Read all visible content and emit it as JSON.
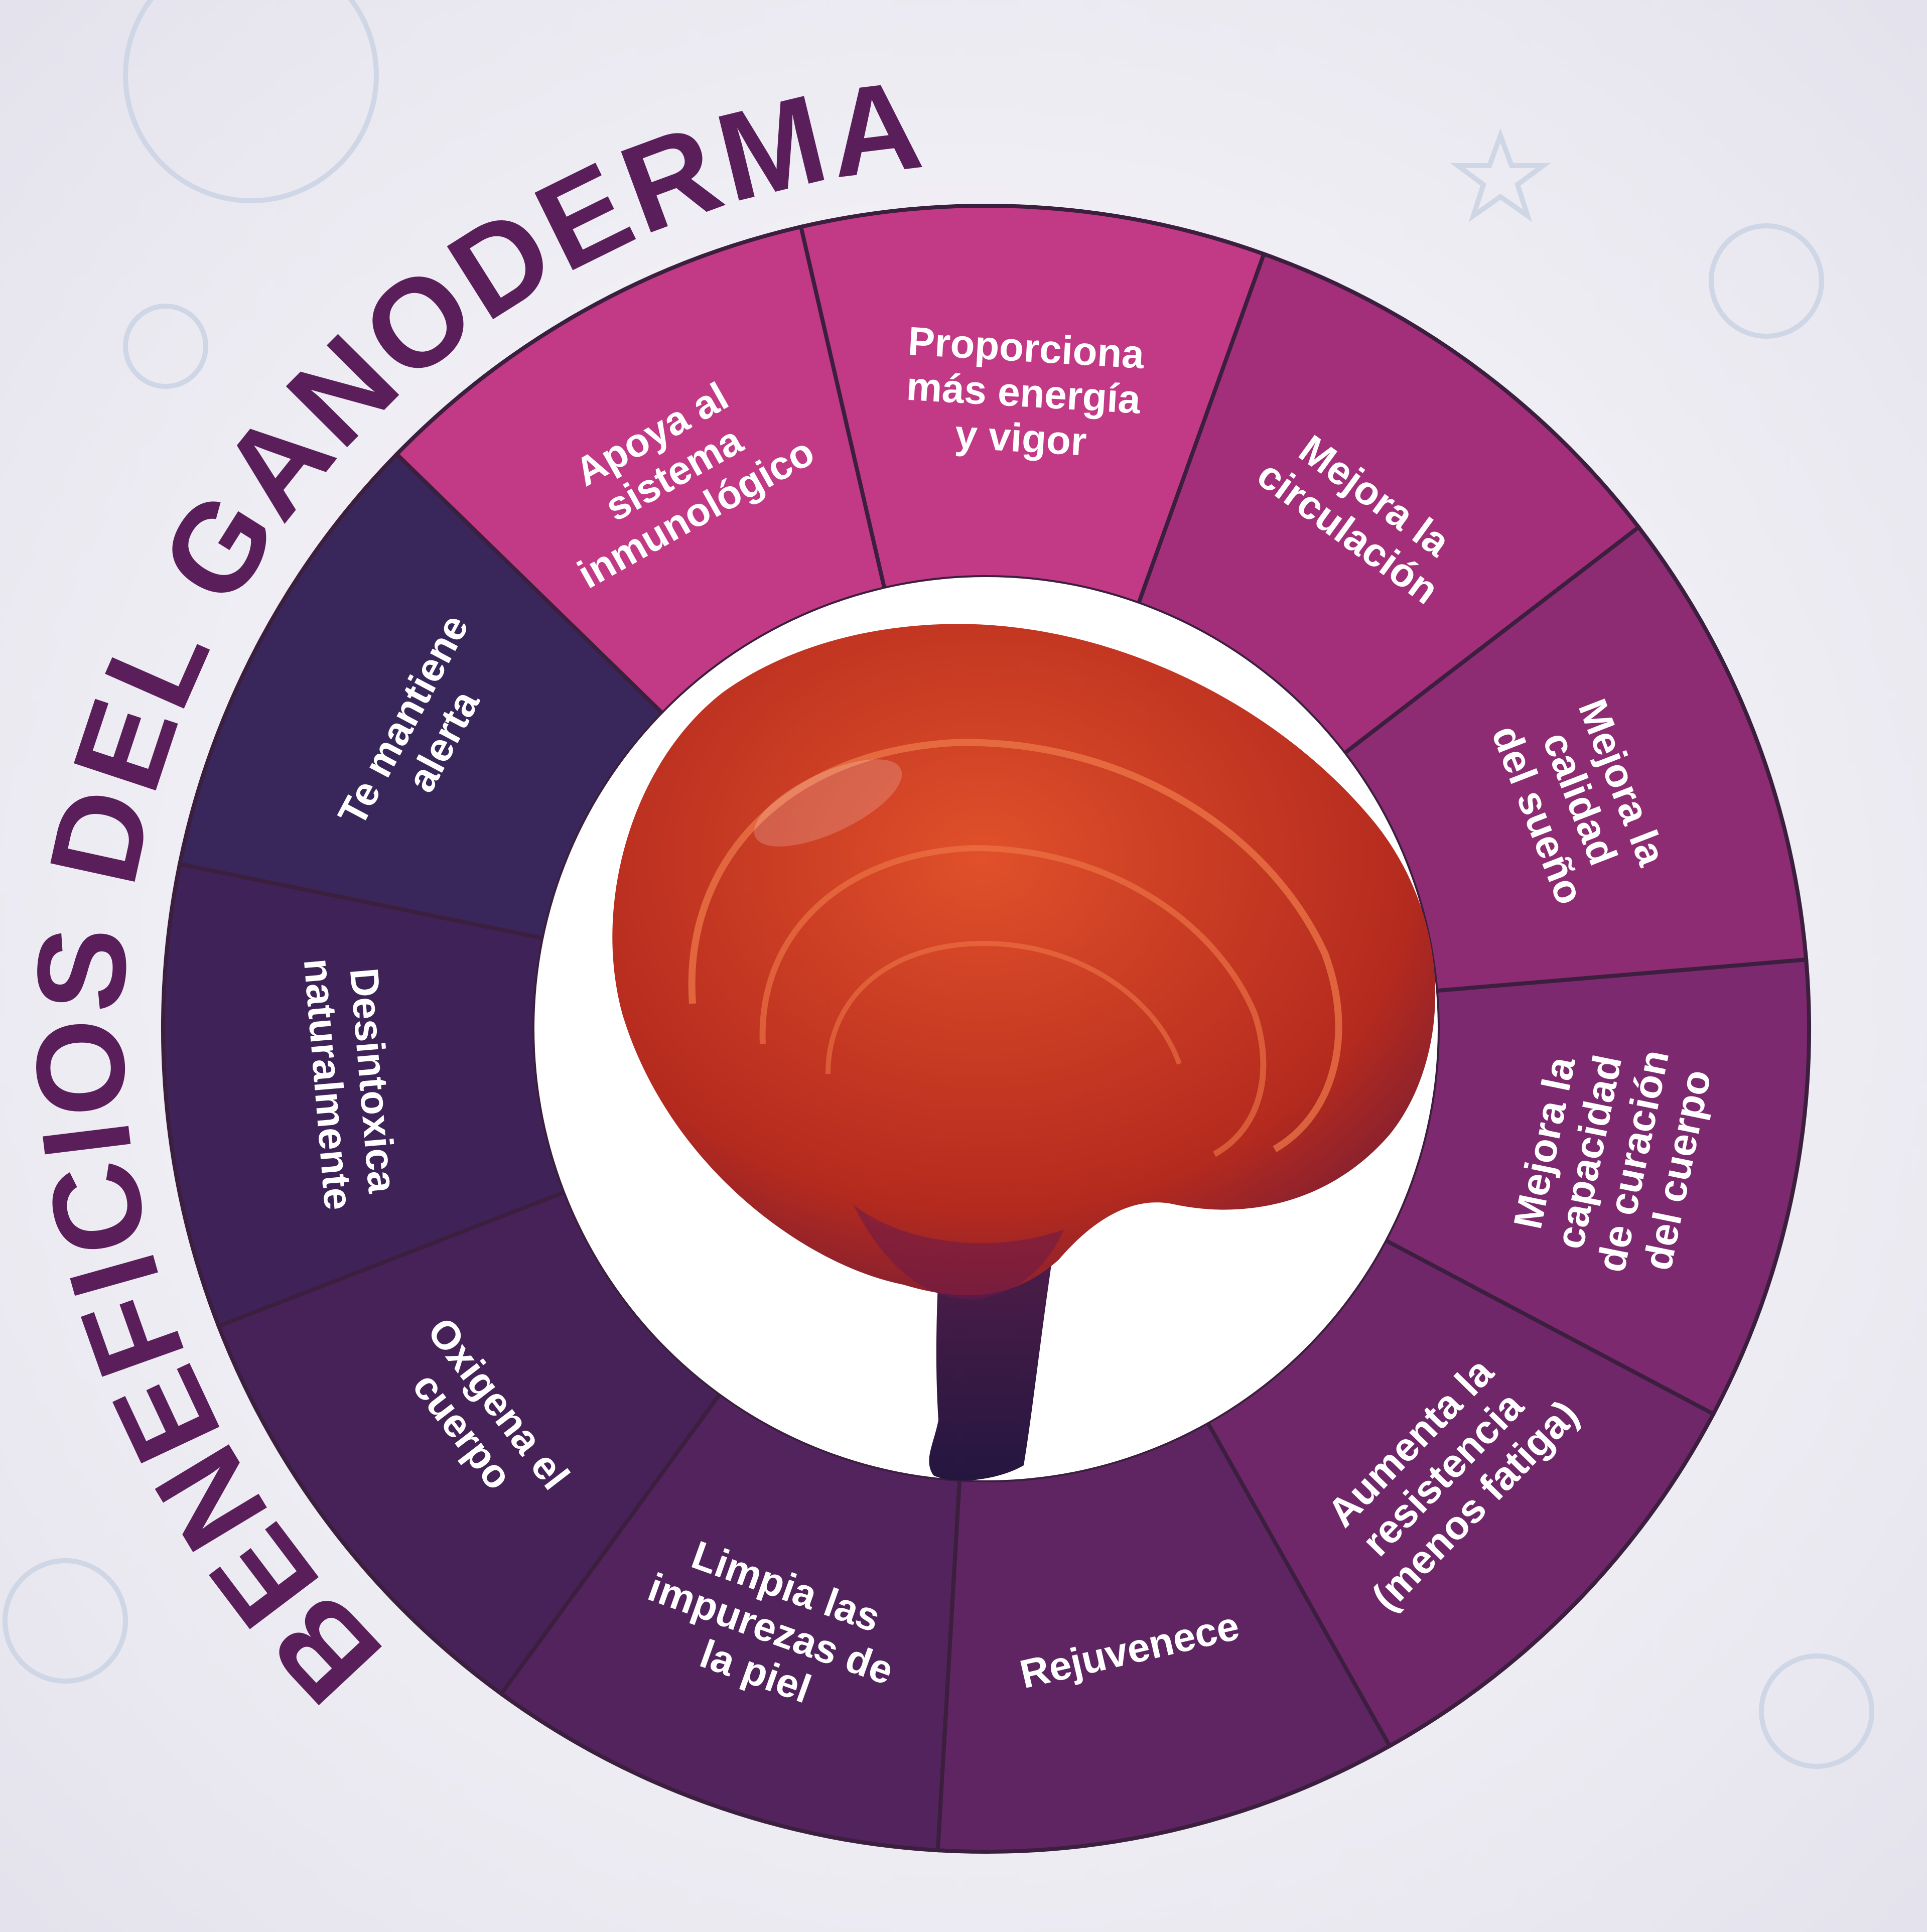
{
  "title": "BENEFICIOS DEL GANODERMA",
  "colors": {
    "background": "#eceaf1",
    "title": "#5a1e5a",
    "separator": "#3c1e3e",
    "cap_top": "#c8321e",
    "cap_bottom": "#7a1a2a",
    "stem": "#2a1a4a"
  },
  "illustration": {
    "subject": "ganoderma-mushroom-icon"
  },
  "segments": [
    {
      "lines": [
        "Proporciona",
        "más energía",
        "y vigor"
      ],
      "color": "#c23a86"
    },
    {
      "lines": [
        "Mejora la",
        "circulación"
      ],
      "color": "#a32f7a"
    },
    {
      "lines": [
        "Mejora la",
        "calidad",
        "del sueño"
      ],
      "color": "#8d2b73"
    },
    {
      "lines": [
        "Mejora la",
        "capacidad",
        "de curación",
        "del cuerpo"
      ],
      "color": "#7d296f"
    },
    {
      "lines": [
        "Aumenta la",
        "resistencia",
        "(menos fatiga)"
      ],
      "color": "#6f276a"
    },
    {
      "lines": [
        "Rejuvenece"
      ],
      "color": "#5f2563"
    },
    {
      "lines": [
        "Limpia las",
        "impurezas de",
        "la piel"
      ],
      "color": "#52235d"
    },
    {
      "lines": [
        "Oxigena el",
        "cuerpo"
      ],
      "color": "#472258"
    },
    {
      "lines": [
        "Desintoxica",
        "naturalmente"
      ],
      "color": "#3f2358"
    },
    {
      "lines": [
        "Te mantiene",
        "alerta"
      ],
      "color": "#39275c"
    },
    {
      "lines": [
        "Apoya al",
        "sistema",
        "inmunológico"
      ],
      "color": "#c23a86"
    }
  ]
}
